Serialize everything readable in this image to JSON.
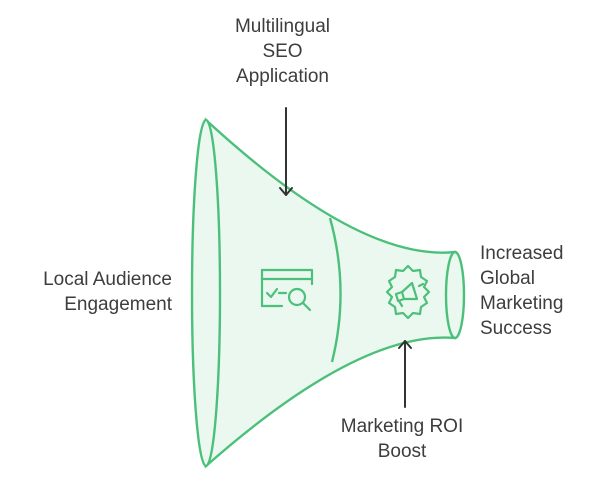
{
  "funnel": {
    "stroke_color": "#4cc07a",
    "fill_color": "#eaf8ef",
    "icon_color": "#4cc07a",
    "arrow_color": "#333333",
    "text_color": "#3d3d3d",
    "stages": [
      {
        "name": "local-audience-engagement",
        "icon": "none"
      },
      {
        "name": "multilingual-seo-application",
        "icon": "seo-search-icon"
      },
      {
        "name": "marketing-roi-boost",
        "icon": "megaphone-badge-icon"
      }
    ]
  },
  "labels": {
    "top": [
      "Multilingual",
      "SEO",
      "Application"
    ],
    "left": [
      "Local Audience",
      "Engagement"
    ],
    "right": [
      "Increased",
      "Global",
      "Marketing",
      "Success"
    ],
    "bottom": [
      "Marketing ROI",
      "Boost"
    ]
  }
}
